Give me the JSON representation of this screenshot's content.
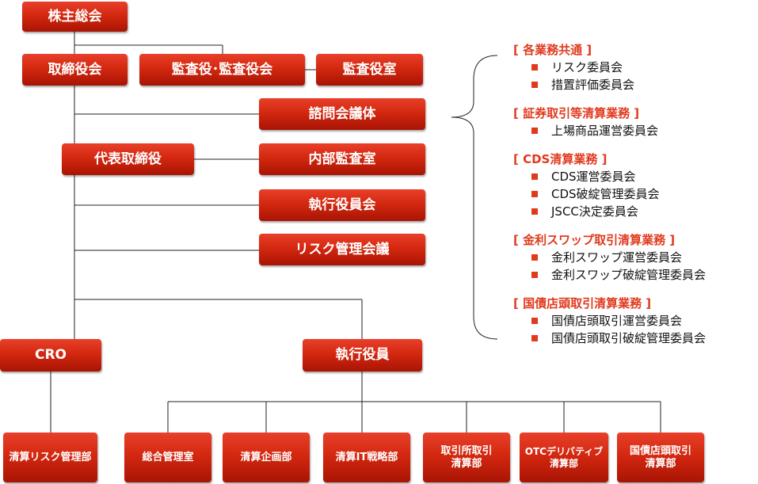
{
  "org": {
    "shareholders": "株主総会",
    "board": "取締役会",
    "auditors": "監査役･監査役会",
    "audit_office": "監査役室",
    "advisory": "諮問会議体",
    "ceo": "代表取締役",
    "internal_audit": "内部監査室",
    "exec_committee": "執行役員会",
    "risk_council": "リスク管理会議",
    "cro": "CRO",
    "exec_officers": "執行役員",
    "depts": [
      "清算リスク管理部",
      "総合管理室",
      "清算企画部",
      "清算IT戦略部",
      "取引所取引\n清算部",
      "OTCデリバティブ\n清算部",
      "国債店頭取引\n清算部"
    ]
  },
  "committees": [
    {
      "title": "[ 各業務共通 ]",
      "items": [
        "リスク委員会",
        "措置評価委員会"
      ]
    },
    {
      "title": "[ 証券取引等清算業務 ]",
      "items": [
        "上場商品運営委員会"
      ]
    },
    {
      "title": "[ CDS清算業務 ]",
      "items": [
        "CDS運営委員会",
        "CDS破綻管理委員会",
        "JSCC決定委員会"
      ]
    },
    {
      "title": "[ 金利スワップ取引清算業務 ]",
      "items": [
        "金利スワップ運営委員会",
        "金利スワップ破綻管理委員会"
      ]
    },
    {
      "title": "[ 国債店頭取引清算業務 ]",
      "items": [
        "国債店頭取引運営委員会",
        "国債店頭取引破綻管理委員会"
      ]
    }
  ],
  "colors": {
    "box": "#d42810",
    "accent": "#e03a1e",
    "line": "#222222"
  }
}
